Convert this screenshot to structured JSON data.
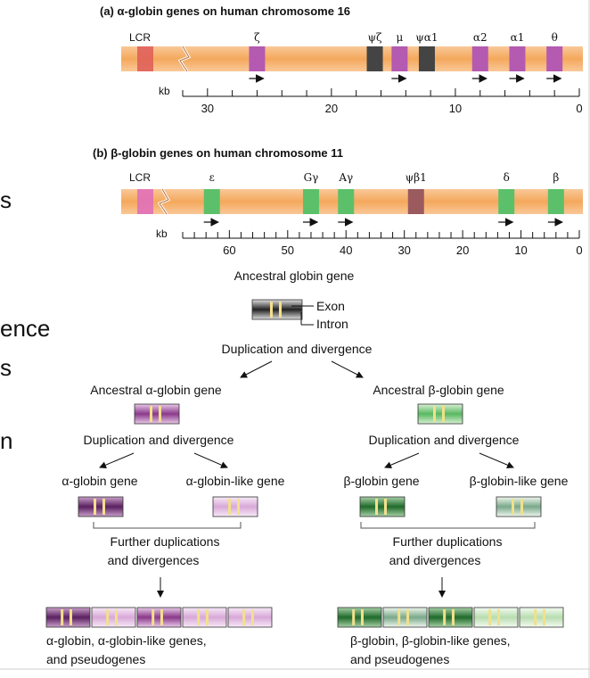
{
  "left_fragments": [
    "s",
    "ence",
    "s",
    "n"
  ],
  "panel_a": {
    "title": "(a) α-globin genes on human chromosome 16",
    "lcr": "LCR",
    "genes": [
      {
        "label": "ζ",
        "kb": 26,
        "color": "#b45ab0"
      },
      {
        "label": "ψζ",
        "kb": 16.5,
        "color": "#444444"
      },
      {
        "label": "μ",
        "kb": 14.5,
        "color": "#b45ab0"
      },
      {
        "label": "ψα1",
        "kb": 12.3,
        "color": "#444444"
      },
      {
        "label": "α2",
        "kb": 8,
        "color": "#b45ab0"
      },
      {
        "label": "α1",
        "kb": 5,
        "color": "#b45ab0"
      },
      {
        "label": "θ",
        "kb": 2,
        "color": "#b45ab0"
      }
    ],
    "kb_label": "kb",
    "ticks": [
      "30",
      "20",
      "10",
      "0"
    ]
  },
  "panel_b": {
    "title": "(b) β-globin genes on human chromosome 11",
    "lcr": "LCR",
    "genes": [
      {
        "label": "ε",
        "kb": 63,
        "color": "#5cc06a"
      },
      {
        "label": "Gγ",
        "kb": 46,
        "color": "#5cc06a"
      },
      {
        "label": "Aγ",
        "kb": 40,
        "color": "#5cc06a"
      },
      {
        "label": "ψβ1",
        "kb": 28,
        "color": "#9a5a5e"
      },
      {
        "label": "δ",
        "kb": 12.5,
        "color": "#5cc06a"
      },
      {
        "label": "β",
        "kb": 4,
        "color": "#5cc06a"
      }
    ],
    "kb_label": "kb",
    "ticks": [
      "60",
      "50",
      "40",
      "30",
      "20",
      "10",
      "0"
    ]
  },
  "tree": {
    "ancestral": "Ancestral globin gene",
    "exon": "Exon",
    "intron": "Intron",
    "dup1": "Duplication and divergence",
    "anc_alpha": "Ancestral α-globin gene",
    "anc_beta": "Ancestral β-globin gene",
    "dup_alpha": "Duplication and divergence",
    "dup_beta": "Duplication and divergence",
    "alpha_gene": "α-globin gene",
    "alpha_like": "α-globin-like gene",
    "beta_gene": "β-globin gene",
    "beta_like": "β-globin-like gene",
    "further_alpha_1": "Further duplications",
    "further_alpha_2": "and divergences",
    "further_beta_1": "Further duplications",
    "further_beta_2": "and divergences",
    "final_alpha_1": "α-globin, α-globin-like genes,",
    "final_alpha_2": "and pseudogenes",
    "final_beta_1": "β-globin, β-globin-like genes,",
    "final_beta_2": "and pseudogenes"
  },
  "colors": {
    "chromosome": "#f5b173",
    "lcr_a": "#e0605a",
    "lcr_b": "#e070b8",
    "alpha_dark": "#6a2a70",
    "alpha_light": "#e6c4e6",
    "beta_dark": "#2f7a3a",
    "beta_light": "#cfe8cc",
    "exon_mark": "#f3e08a"
  }
}
